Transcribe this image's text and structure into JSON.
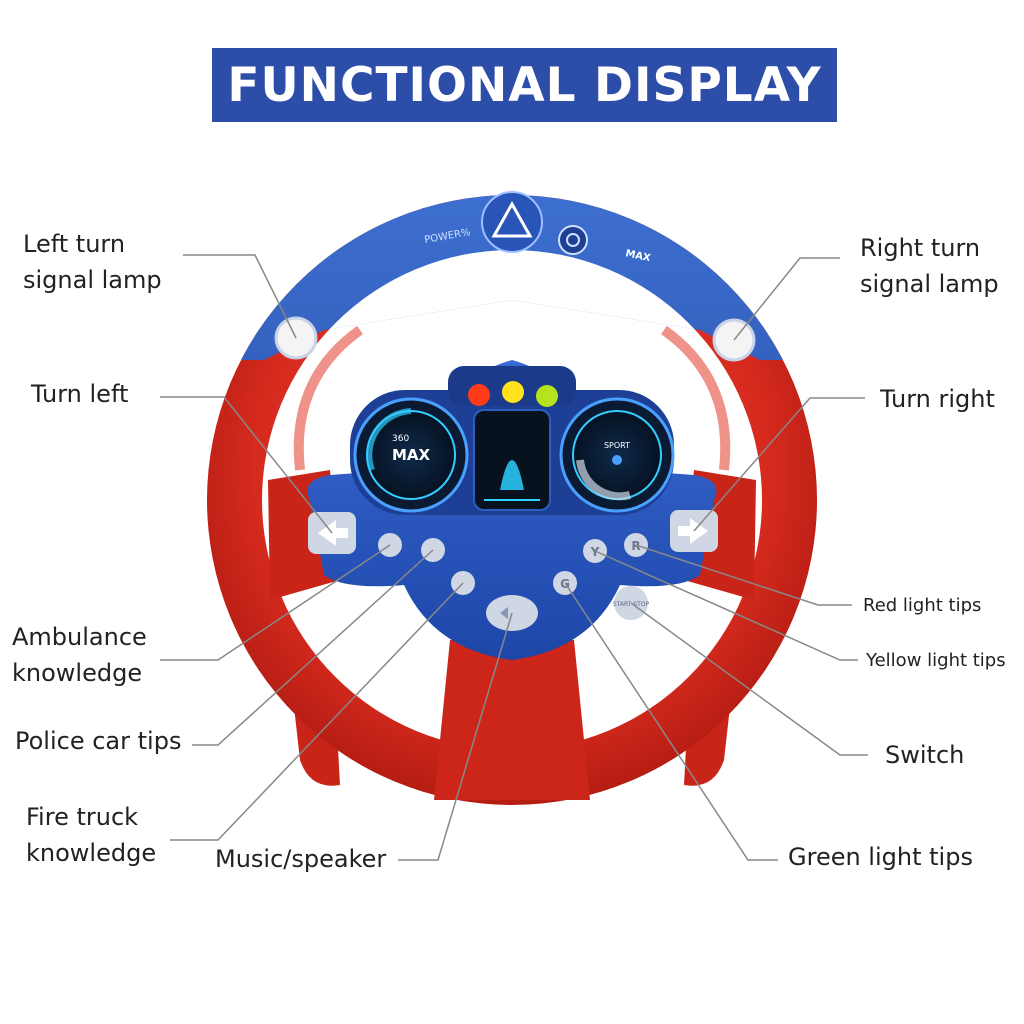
{
  "title": "FUNCTIONAL DISPLAY",
  "colors": {
    "banner": "#2c4ea8",
    "rim_red": "#d62a1e",
    "rim_blue": "#2d56b8",
    "hub_blue": "#2f5ec6",
    "screen": "#0c1830",
    "light_red": "#ff3b1a",
    "light_yellow": "#ffe21a",
    "light_green": "#b6e41c"
  },
  "wheel": {
    "top_text": "POWER%",
    "top_right_text": "MAX",
    "left_gauge": {
      "value": "360",
      "label": "MAX"
    },
    "right_gauge": {
      "label": "SPORT"
    },
    "button_letters": {
      "yellow": "Y",
      "red": "R",
      "green": "G"
    },
    "switch_text": "START STOP"
  },
  "labels": {
    "left_turn_lamp": [
      "Left turn",
      "signal lamp"
    ],
    "right_turn_lamp": [
      "Right turn",
      "signal lamp"
    ],
    "turn_left": "Turn left",
    "turn_right": "Turn right",
    "ambulance": [
      "Ambulance",
      "knowledge"
    ],
    "police": "Police car tips",
    "fire_truck": [
      "Fire truck",
      "knowledge"
    ],
    "music": "Music/speaker",
    "red_light": "Red light tips",
    "yellow_light": "Yellow light tips",
    "switch": "Switch",
    "green_light": "Green light tips"
  }
}
